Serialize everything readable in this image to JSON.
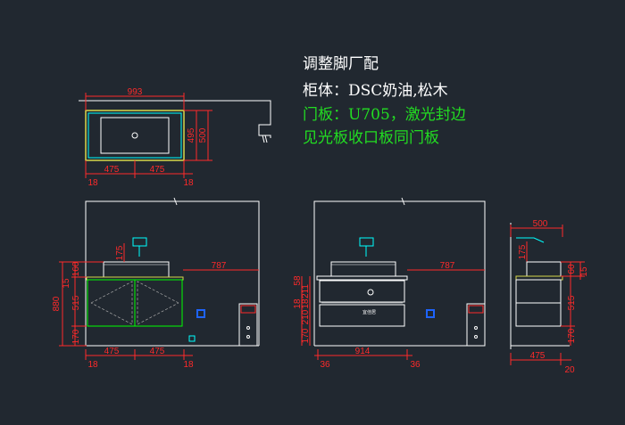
{
  "colors": {
    "background": "#212830",
    "line": "#ffffff",
    "cabinet": "#00ffff",
    "dimension": "#ff2a2a",
    "door": "#00ff00",
    "countertop": "#d8d84a",
    "note_green": "#22dd22",
    "marker_blue": "#1e64ff"
  },
  "notes": {
    "title": "调整脚厂配",
    "body_material": "柜体：DSC奶油,松木",
    "door_material": "门板：U705，激光封边",
    "open_panel": "见光板收口板同门板"
  },
  "plan_view": {
    "overall_width": "993",
    "left_width": "475",
    "right_width": "475",
    "left_gap": "18",
    "right_gap": "18",
    "inner_depth": "495",
    "outer_depth": "500"
  },
  "front_view_a": {
    "total_height": "880",
    "top_15": "15",
    "top_160": "160",
    "door_515": "515",
    "toe_170": "170",
    "faucet_175": "175",
    "side_787": "787",
    "left_width": "475",
    "right_width": "475",
    "left_gap": "18",
    "right_gap": "18"
  },
  "front_view_b": {
    "top_58": "58",
    "drawer_211": "211",
    "gap_18a": "18",
    "gap_18b": "18",
    "drawer_210": "210",
    "toe_170": "170",
    "side_787": "787",
    "width_914": "914",
    "left_36": "36",
    "right_36": "36",
    "logo_text": "宜佳居"
  },
  "side_view": {
    "depth_500": "500",
    "faucet_175": "175",
    "top_60": "60",
    "top_15": "15",
    "body_515": "515",
    "toe_170": "170",
    "bottom_475": "475",
    "bottom_20": "20"
  }
}
